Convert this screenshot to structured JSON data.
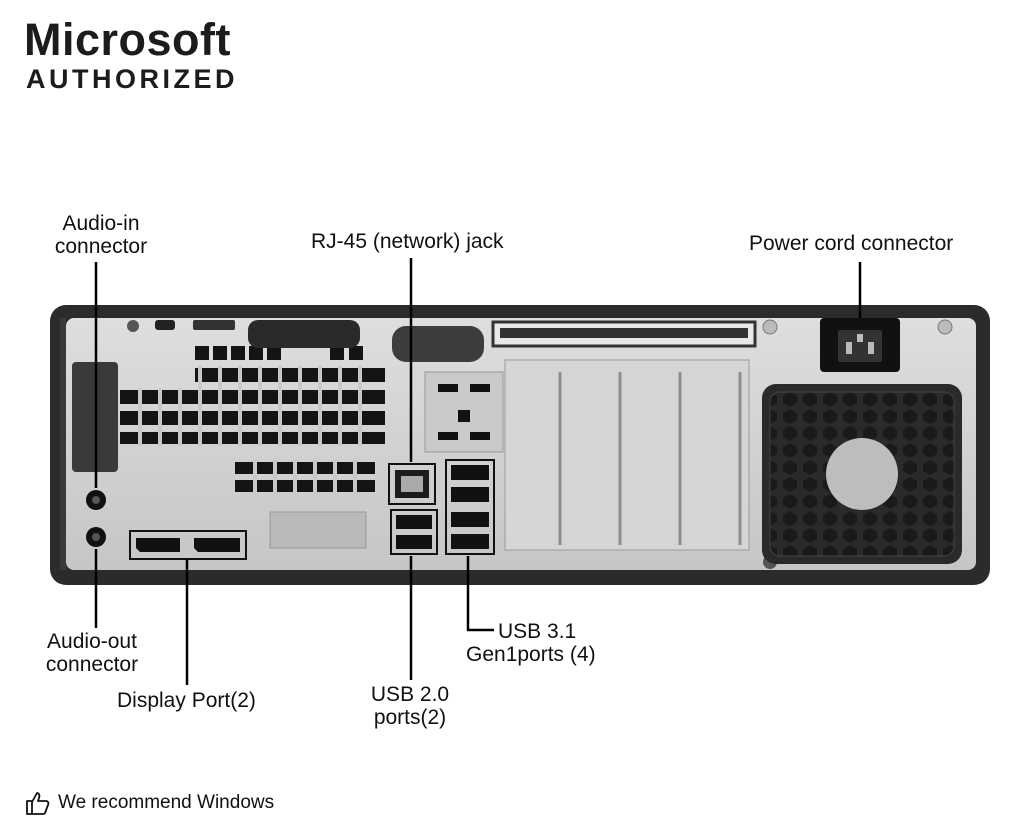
{
  "brand": {
    "title": "Microsoft",
    "subtitle": "AUTHORIZED"
  },
  "labels": {
    "audio_in": [
      "Audio-in",
      "connector"
    ],
    "rj45": "RJ-45 (network) jack",
    "power": "Power cord connector",
    "audio_out": [
      "Audio-out",
      "connector"
    ],
    "display_port": "Display Port(2)",
    "usb2": [
      "USB 2.0",
      "ports(2)"
    ],
    "usb31": [
      "USB 3.1",
      "Gen1ports (4)"
    ]
  },
  "footer": {
    "text": "We recommend Windows",
    "icon": "thumbs-up-icon"
  },
  "colors": {
    "chassis": "#2b2b2b",
    "panel": "#d4d4d4",
    "callout": "#000000"
  }
}
